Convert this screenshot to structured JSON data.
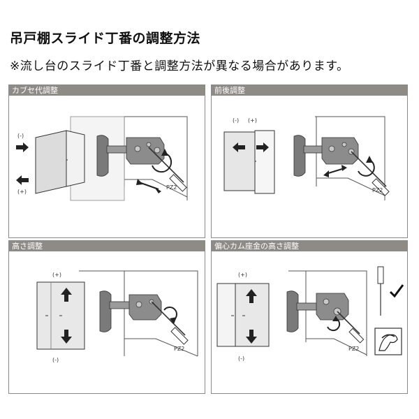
{
  "header": {
    "title": "吊戸棚スライド丁番の調整方法",
    "note": "※流し台のスライド丁番と調整方法が異なる場合があります。"
  },
  "panels": [
    {
      "heading": "カブセ代調整",
      "minus": "(-)",
      "plus": "(+)",
      "tool": "PZ2"
    },
    {
      "heading": "前後調整",
      "minus": "(-)",
      "plus": "(+)",
      "tool": "PZ2"
    },
    {
      "heading": "高さ調整",
      "minus": "(-)",
      "plus": "(+)",
      "tool": "PZ2"
    },
    {
      "heading": "偏心カム座金の高さ調整",
      "minus": "(-)",
      "plus": "(+)",
      "tool": "PZ2"
    }
  ],
  "colors": {
    "header_bg": "#8e8a86",
    "line": "#555555",
    "hinge": "#6e6e6e"
  }
}
